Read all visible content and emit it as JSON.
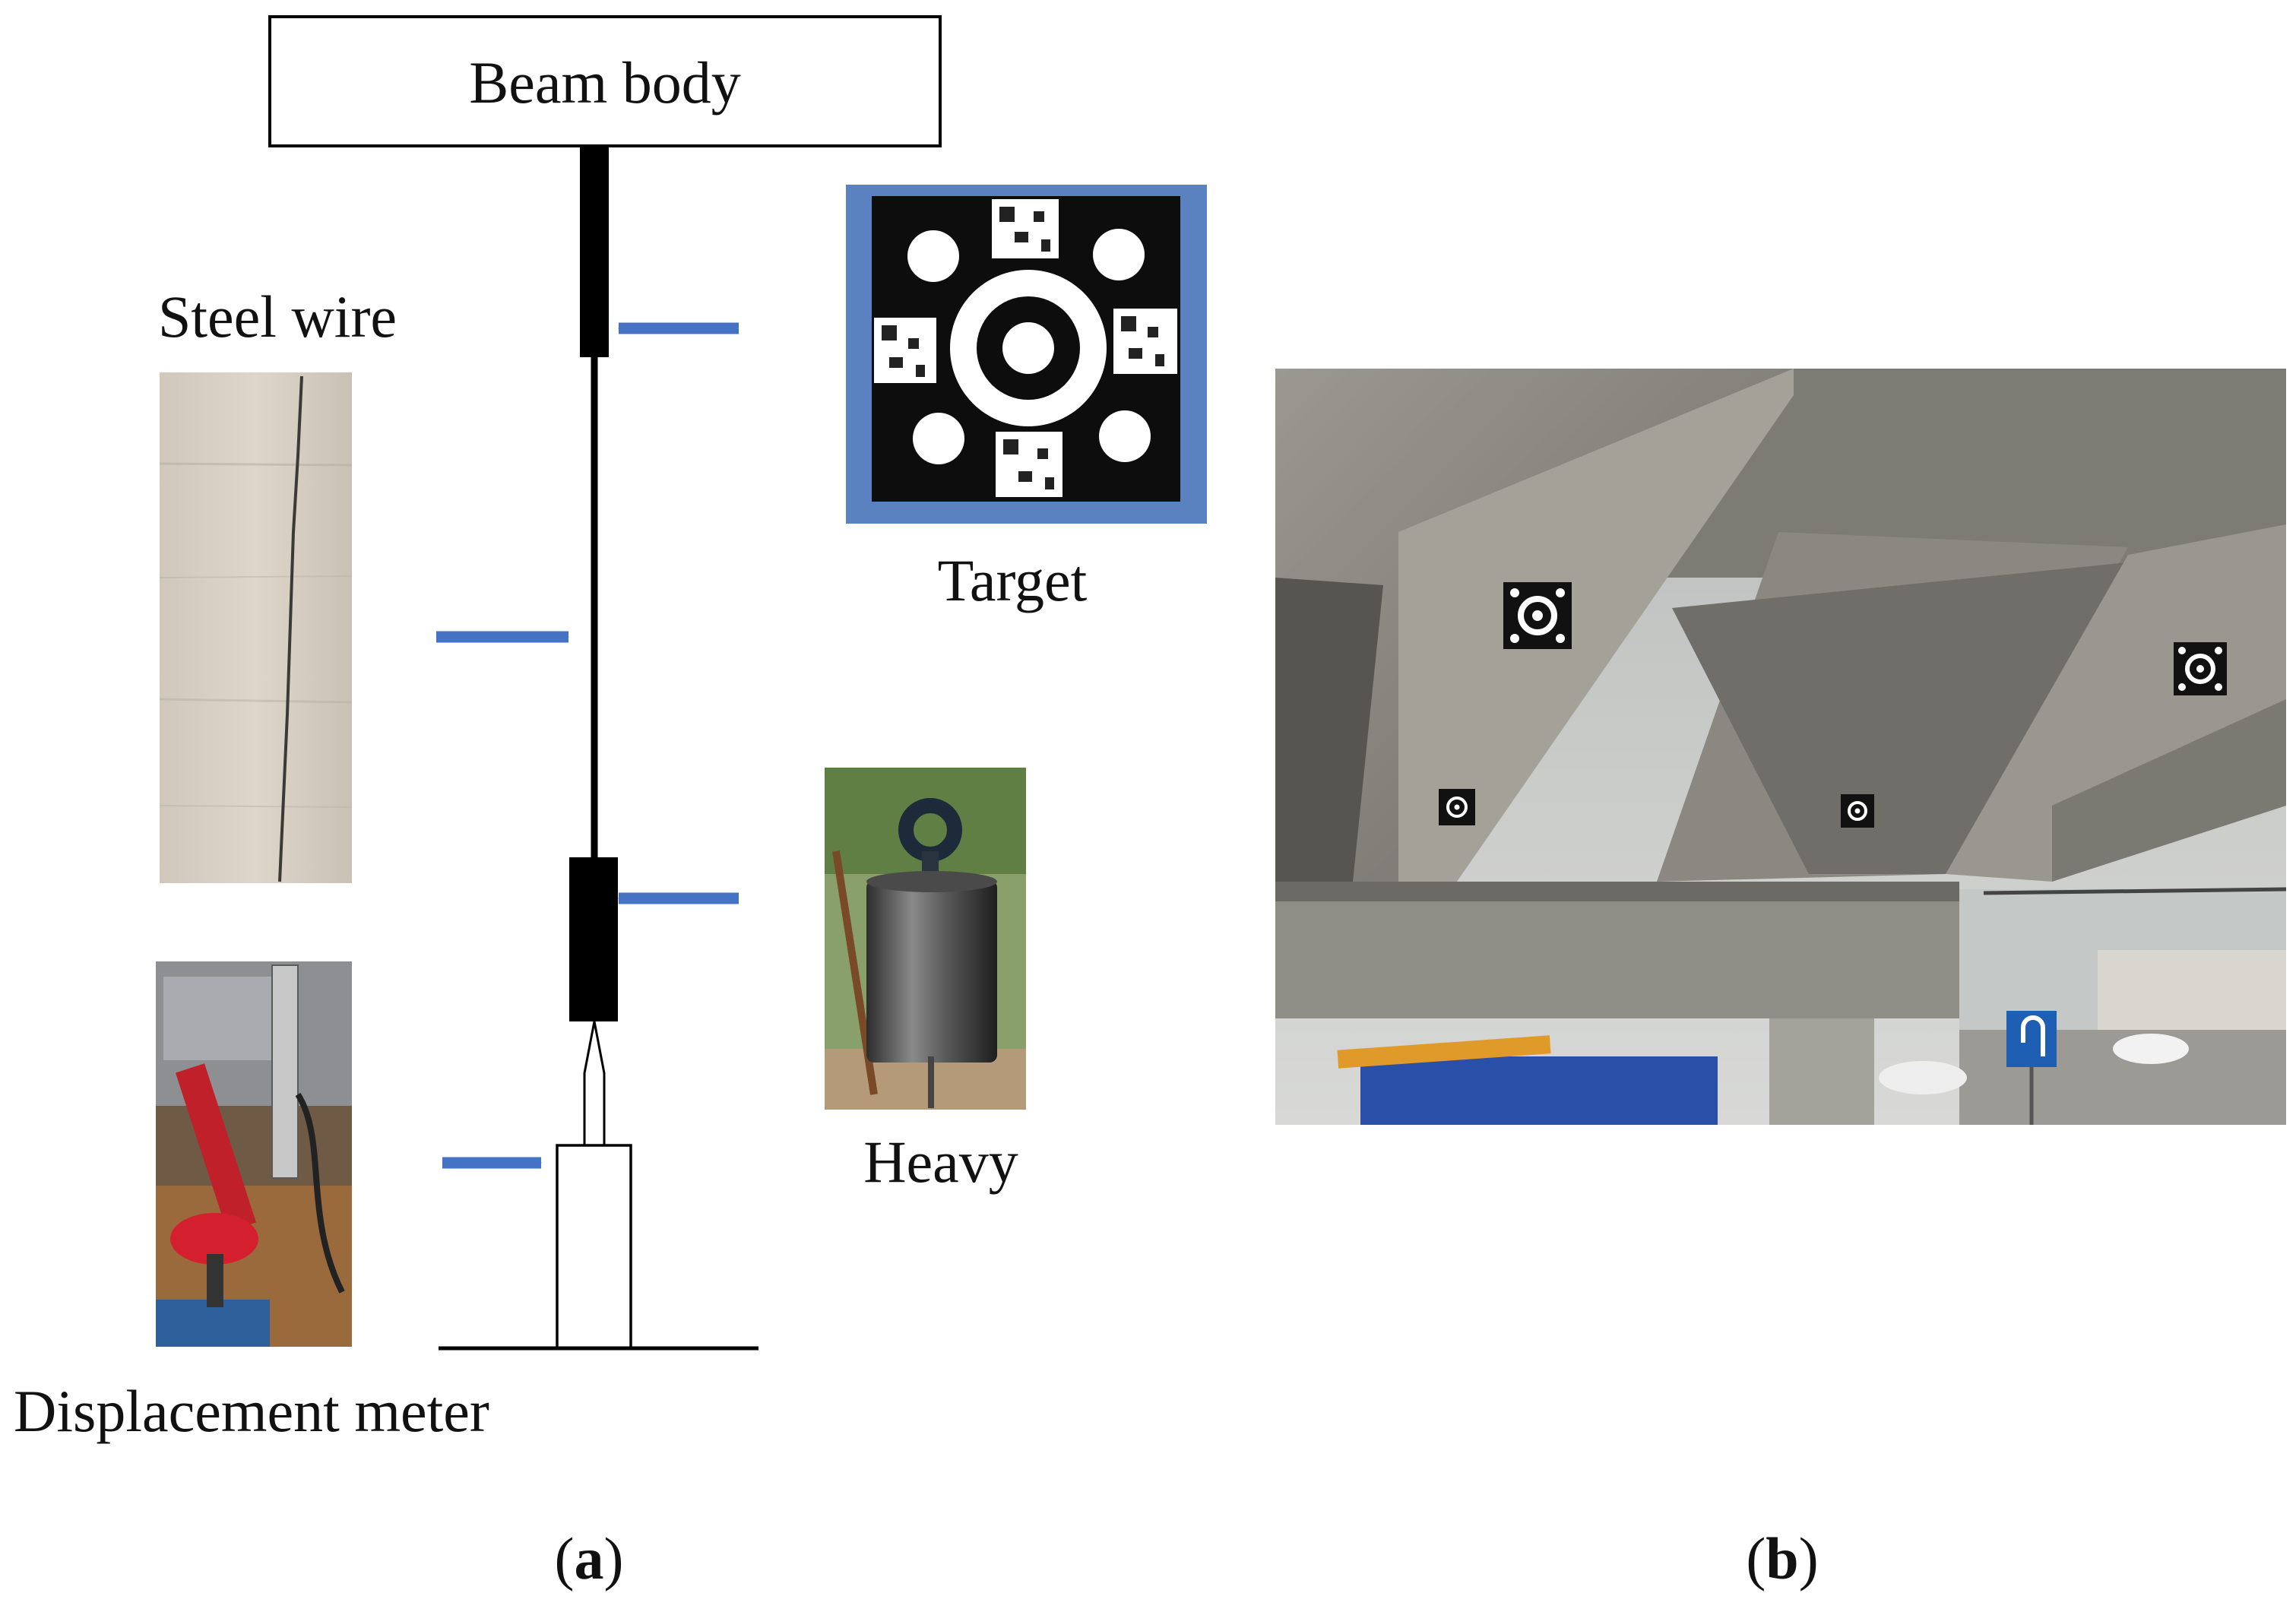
{
  "labels": {
    "beam_body": "Beam body",
    "steel_wire": "Steel wire",
    "target": "Target",
    "heavy": "Heavy",
    "displacement_meter": "Displacement meter"
  },
  "captions": {
    "a_open": "(",
    "a_letter": "a",
    "a_close": ")",
    "b_open": "(",
    "b_letter": "b",
    "b_close": ")"
  },
  "colors": {
    "arrow": "#4472c4",
    "ink": "#000000",
    "target_blue": "#5a82c0",
    "concrete": "#8d8c86",
    "sky": "#c9ccca"
  }
}
